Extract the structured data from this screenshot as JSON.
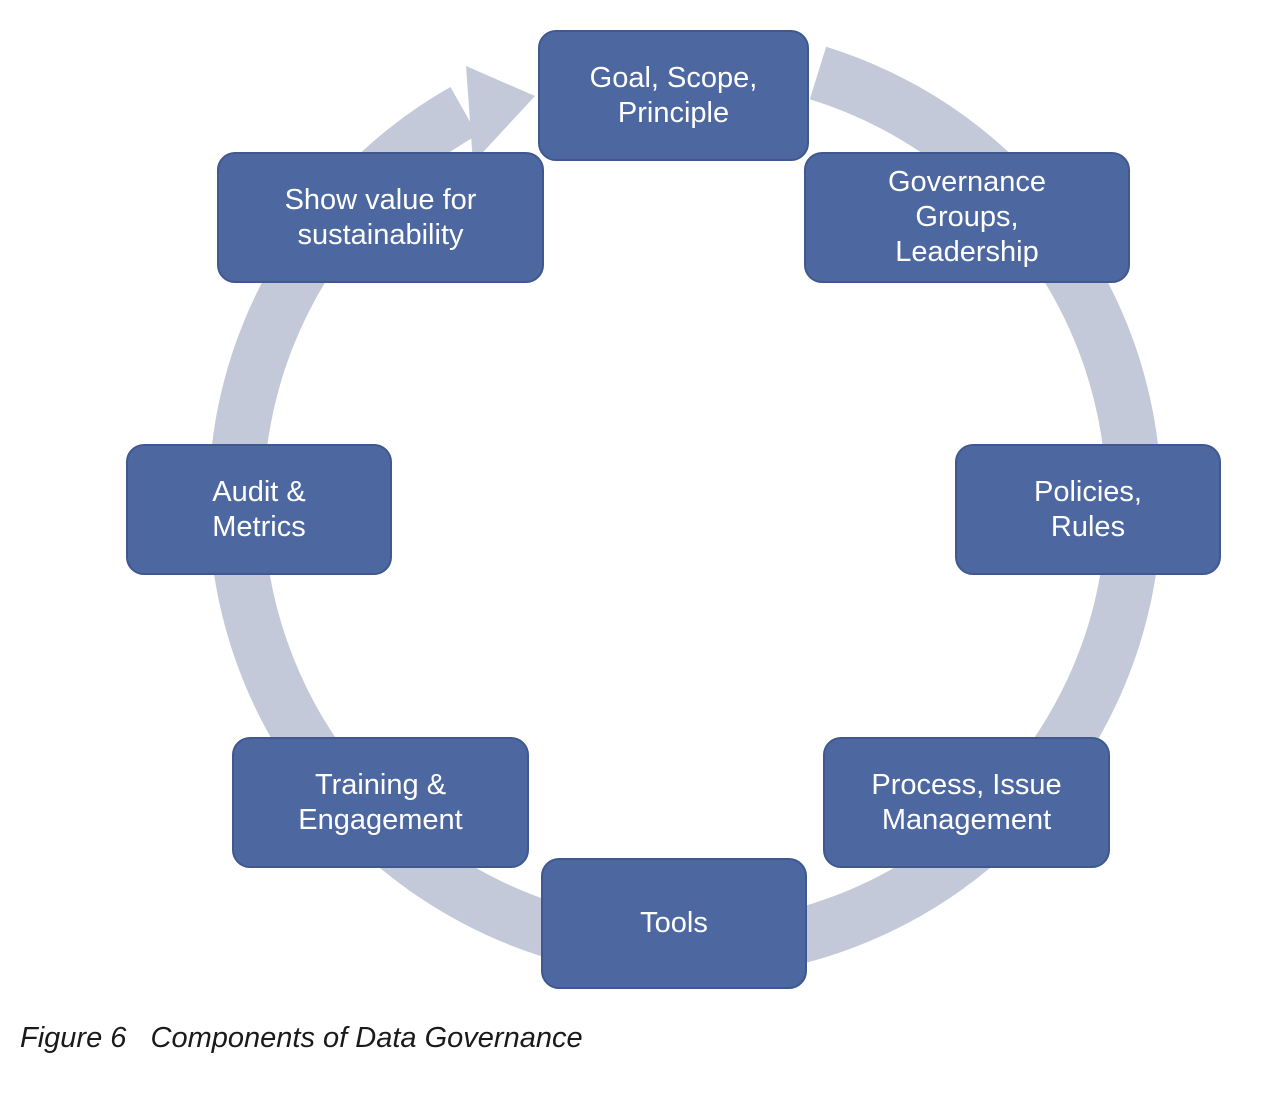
{
  "diagram": {
    "type": "cycle",
    "colors": {
      "node_fill": "#4d67a0",
      "node_text": "#ffffff",
      "ring": "#c3c9d9"
    },
    "nodes": [
      {
        "id": "goal",
        "label": "Goal, Scope,\nPrinciple"
      },
      {
        "id": "governance",
        "label": "Governance\nGroups,\nLeadership"
      },
      {
        "id": "policies",
        "label": "Policies,\nRules"
      },
      {
        "id": "process",
        "label": "Process, Issue\nManagement"
      },
      {
        "id": "tools",
        "label": "Tools"
      },
      {
        "id": "training",
        "label": "Training &\nEngagement"
      },
      {
        "id": "audit",
        "label": "Audit &\nMetrics"
      },
      {
        "id": "showvalue",
        "label": "Show value for\nsustainability"
      }
    ]
  },
  "caption": "Figure 6   Components of Data Governance"
}
